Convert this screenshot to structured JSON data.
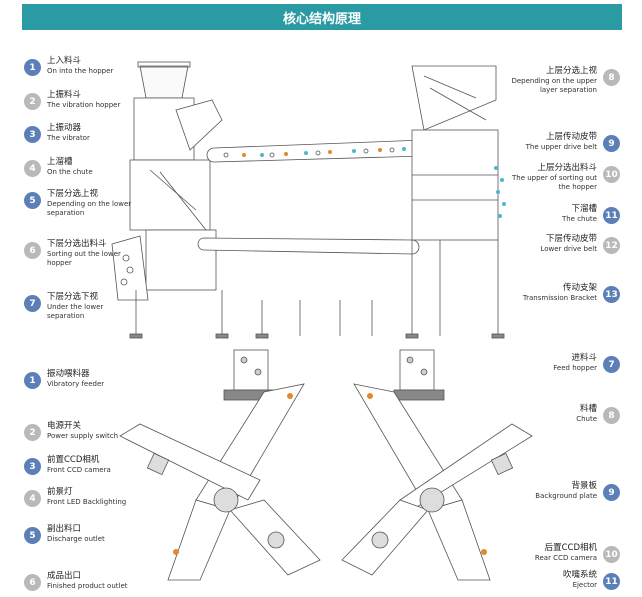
{
  "header": {
    "title": "核心结构原理"
  },
  "colors": {
    "banner": "#2a9aa3",
    "badge_blue": "#5d7fb8",
    "badge_gray": "#b9b9b9",
    "accent_orange": "#e08a2b",
    "accent_teal": "#49b9c9"
  },
  "top_section": {
    "left_items": [
      {
        "num": "1",
        "zh": "上入料斗",
        "en": "On into the hopper",
        "color": "badge_blue"
      },
      {
        "num": "2",
        "zh": "上振料斗",
        "en": "The vibration hopper",
        "color": "badge_gray"
      },
      {
        "num": "3",
        "zh": "上振动器",
        "en": "The vibrator",
        "color": "badge_blue"
      },
      {
        "num": "4",
        "zh": "上溜槽",
        "en": "On the chute",
        "color": "badge_gray"
      },
      {
        "num": "5",
        "zh": "下层分选上视",
        "en": "Depending on the lower separation",
        "color": "badge_blue"
      },
      {
        "num": "6",
        "zh": "下层分选出料斗",
        "en": "Sorting out the lower hopper",
        "color": "badge_gray"
      },
      {
        "num": "7",
        "zh": "下层分选下视",
        "en": "Under the lower separation",
        "color": "badge_blue"
      }
    ],
    "right_items": [
      {
        "num": "8",
        "zh": "上层分选上视",
        "en": "Depending on the upper layer separation",
        "color": "badge_gray"
      },
      {
        "num": "9",
        "zh": "上层传动皮带",
        "en": "The upper drive belt",
        "color": "badge_blue"
      },
      {
        "num": "10",
        "zh": "上层分选出料斗",
        "en": "The upper of sorting out the hopper",
        "color": "badge_gray"
      },
      {
        "num": "11",
        "zh": "下溜槽",
        "en": "The chute",
        "color": "badge_blue"
      },
      {
        "num": "12",
        "zh": "下层传动皮带",
        "en": "Lower drive belt",
        "color": "badge_gray"
      },
      {
        "num": "13",
        "zh": "传动支架",
        "en": "Transmission Bracket",
        "color": "badge_blue"
      }
    ]
  },
  "bottom_section": {
    "left_items": [
      {
        "num": "1",
        "zh": "振动喂料器",
        "en": "Vibratory feeder",
        "color": "badge_blue"
      },
      {
        "num": "2",
        "zh": "电源开关",
        "en": "Power supply switch",
        "color": "badge_gray"
      },
      {
        "num": "3",
        "zh": "前置CCD相机",
        "en": "Front CCD camera",
        "color": "badge_blue"
      },
      {
        "num": "4",
        "zh": "前景灯",
        "en": "Front LED Backlighting",
        "color": "badge_gray"
      },
      {
        "num": "5",
        "zh": "副出料口",
        "en": "Discharge outlet",
        "color": "badge_blue"
      },
      {
        "num": "6",
        "zh": "成品出口",
        "en": "Finished product outlet",
        "color": "badge_gray"
      }
    ],
    "right_items": [
      {
        "num": "7",
        "zh": "进料斗",
        "en": "Feed hopper",
        "color": "badge_blue"
      },
      {
        "num": "8",
        "zh": "料槽",
        "en": "Chute",
        "color": "badge_gray"
      },
      {
        "num": "9",
        "zh": "背景板",
        "en": "Background plate",
        "color": "badge_blue"
      },
      {
        "num": "10",
        "zh": "后置CCD相机",
        "en": "Rear CCD camera",
        "color": "badge_gray"
      },
      {
        "num": "11",
        "zh": "吹嘴系统",
        "en": "Ejector",
        "color": "badge_blue"
      }
    ]
  }
}
